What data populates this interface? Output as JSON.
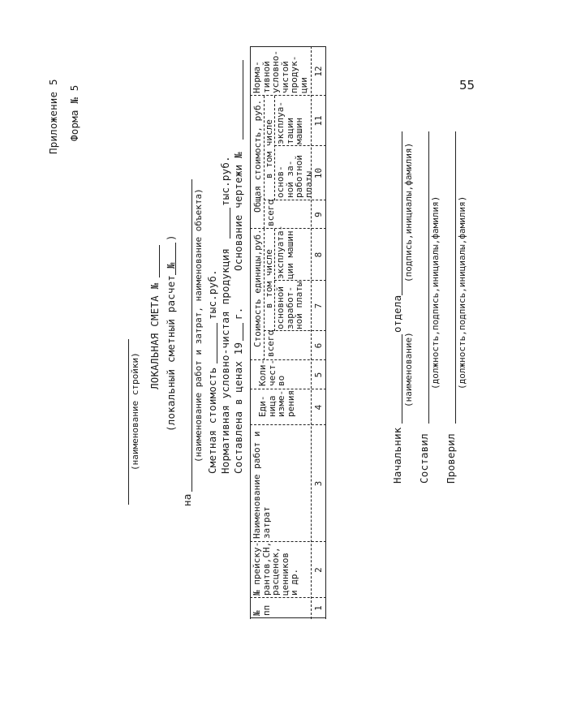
{
  "page_number": "55",
  "header": {
    "appendix": "Приложение 5",
    "form": "Форма № 5",
    "construction_caption": "(наименование стройки)",
    "title": "ЛОКАЛЬНАЯ СМЕТА №",
    "subtitle": "(локальный сметный расчет №",
    "subtitle_end": ")"
  },
  "object": {
    "prefix": "на",
    "caption": "(наименование работ и затрат, наименование объекта)",
    "cost_label": "Сметная стоимость",
    "cost_unit": "тыс.руб.",
    "norm_label": "Нормативная условно-чистая продукция",
    "norm_unit": "тыс.руб.",
    "prices_label": "Составлена в ценах 19",
    "prices_year_unit": "г.",
    "basis_label": "Основание  чертежи №"
  },
  "table": {
    "h1": "№\nпп",
    "h2": "№ прейску-\nрантов,СН,\nрасценок,\nценников\nи др.",
    "h3": "Наименование работ и\nзатрат",
    "h4": "Еди-\nница\nизме-\nрения",
    "h5": "Коли-\nчест-\nво",
    "unit_cost": "Стоимость единицы,руб.",
    "total": "всего",
    "incl": "в том числе",
    "basic_wage": "основной\nзаработ-\nной платы",
    "machine_op": "эксплуата-\nции машин",
    "total_cost": "Общая стоимость, руб.",
    "total2": "всего",
    "incl2": "в том числе",
    "basic_wage2": "основ-\nной за-\nработной\nплаты",
    "machine_op2": "эксплуа-\nтации\nмашин",
    "norm_prod": "Норма-\nтивной\nусловно-\nчистой\nпродук-\nции",
    "numbers": [
      "1",
      "2",
      "3",
      "4",
      "5",
      "6",
      "7",
      "8",
      "9",
      "10",
      "11",
      "12"
    ]
  },
  "signatures": {
    "head_label": "Начальник",
    "head_mid": "отдела",
    "caption_name": "(наименование)",
    "caption_sign": "(подпись,инициалы,фамилия)",
    "compiled_label": "Составил",
    "compiled_caption": "(должность,подпись,инициалы,фамилия)",
    "checked_label": "Проверил",
    "checked_caption": "(должность,подпись,инициалы,фамилия)"
  }
}
